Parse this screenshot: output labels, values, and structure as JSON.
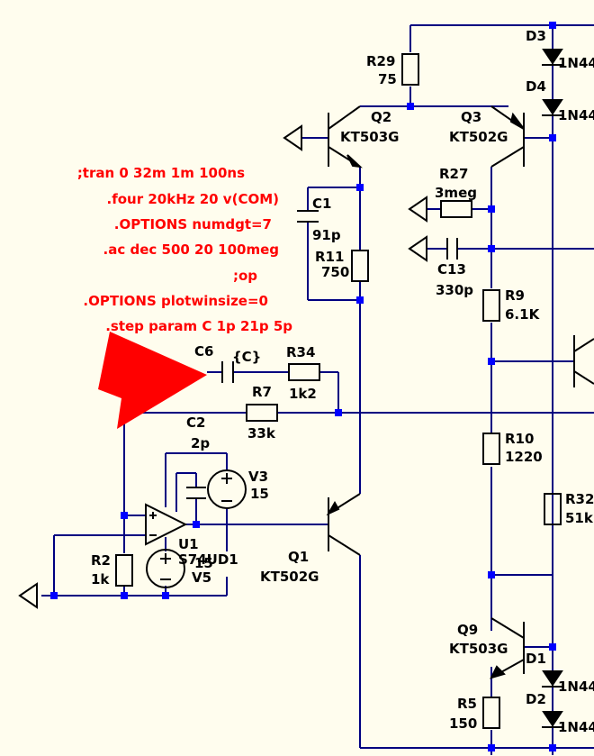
{
  "colors": {
    "background": "#FFFDEE",
    "wire": "#000080",
    "component": "#000000",
    "junction": "#0000FF",
    "directive": "#FF0000",
    "cursor": "#FF0000"
  },
  "directives": [
    ";tran 0 32m 1m 100ns",
    ".four 20kHz 20 v(COM)",
    ".OPTIONS numdgt=7",
    ".ac dec 500 20 100meg",
    ";op",
    ".OPTIONS plotwinsize=0",
    ".step param C 1p 21p 5p"
  ],
  "components": {
    "R29": {
      "name": "R29",
      "value": "75"
    },
    "D3": {
      "name": "D3",
      "value": "1N44"
    },
    "D4": {
      "name": "D4",
      "value": "1N44"
    },
    "Q2": {
      "name": "Q2",
      "value": "KT503G"
    },
    "Q3": {
      "name": "Q3",
      "value": "KT502G"
    },
    "R27": {
      "name": "R27",
      "value": "3meg"
    },
    "C1": {
      "name": "C1",
      "value": "91p"
    },
    "R11": {
      "name": "R11",
      "value": "750"
    },
    "C13": {
      "name": "C13",
      "value": "330p"
    },
    "R9": {
      "name": "R9",
      "value": "6.1K"
    },
    "C6": {
      "name": "C6",
      "value": "{C}"
    },
    "R34": {
      "name": "R34",
      "value": "1k2"
    },
    "R7": {
      "name": "R7",
      "value": "33k"
    },
    "C2": {
      "name": "C2",
      "value": "2p"
    },
    "R10": {
      "name": "R10",
      "value": "1220"
    },
    "V3": {
      "name": "V3",
      "value": "15"
    },
    "R32": {
      "name": "R32",
      "value": "51k"
    },
    "U1": {
      "name": "U1",
      "value": "S74UD1"
    },
    "V5": {
      "name": "V5",
      "value": "15"
    },
    "R2": {
      "name": "R2",
      "value": "1k"
    },
    "Q1": {
      "name": "Q1",
      "value": "KT502G"
    },
    "Q9": {
      "name": "Q9",
      "value": "KT503G"
    },
    "D1": {
      "name": "D1",
      "value": "1N44"
    },
    "D2": {
      "name": "D2",
      "value": "1N44"
    },
    "R5": {
      "name": "R5",
      "value": "150"
    }
  }
}
